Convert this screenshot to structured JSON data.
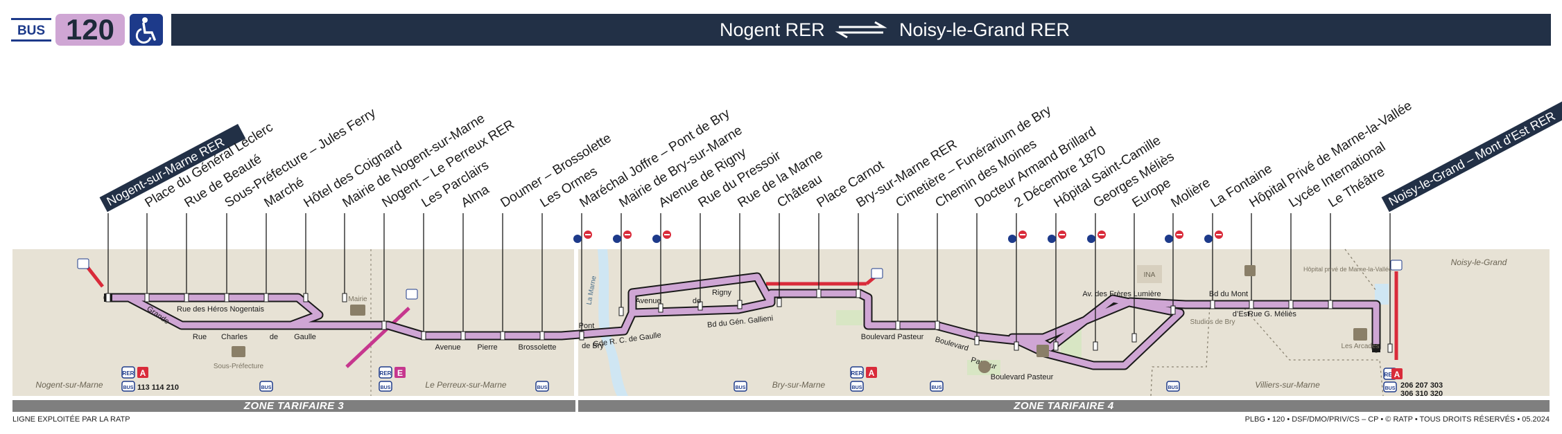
{
  "header": {
    "mode": "BUS",
    "line": "120",
    "from": "Nogent RER",
    "to": "Noisy-le-Grand RER"
  },
  "colors": {
    "line": "#cfa6d4",
    "dark": "#223046",
    "land": "#e7e2d5",
    "rer_red": "#d92b3a",
    "rer_pink": "#c6378e",
    "zone": "#7f7f7f"
  },
  "stops": [
    {
      "name": "Nogent-sur-Marne RER",
      "terminus": true
    },
    {
      "name": "Place du Général Leclerc"
    },
    {
      "name": "Rue de Beauté"
    },
    {
      "name": "Sous-Préfecture – Jules Ferry"
    },
    {
      "name": "Marché"
    },
    {
      "name": "Hôtel des Coignard"
    },
    {
      "name": "Mairie de Nogent-sur-Marne"
    },
    {
      "name": "Nogent – Le Perreux RER"
    },
    {
      "name": "Les Parclairs"
    },
    {
      "name": "Alma"
    },
    {
      "name": "Doumer – Brossolette"
    },
    {
      "name": "Les Ormes"
    },
    {
      "name": "Maréchal Joffre – Pont de Bry"
    },
    {
      "name": "Mairie de Bry-sur-Marne"
    },
    {
      "name": "Avenue de Rigny"
    },
    {
      "name": "Rue du Pressoir"
    },
    {
      "name": "Rue de la Marne"
    },
    {
      "name": "Château"
    },
    {
      "name": "Place Carnot"
    },
    {
      "name": "Bry-sur-Marne RER"
    },
    {
      "name": "Cimetière – Funérarium de Bry"
    },
    {
      "name": "Chemin des Moines"
    },
    {
      "name": "Docteur Armand Brillard"
    },
    {
      "name": "2 Décembre 1870"
    },
    {
      "name": "Hôpital Saint-Camille"
    },
    {
      "name": "Georges Méliès"
    },
    {
      "name": "Europe"
    },
    {
      "name": "Molière"
    },
    {
      "name": "La Fontaine"
    },
    {
      "name": "Hôpital Privé de Marne-la-Vallée"
    },
    {
      "name": "Lycée International"
    },
    {
      "name": "Le Théâtre"
    },
    {
      "name": "Noisy-le-Grand – Mont d’Est RER",
      "terminus": true
    }
  ],
  "streets": [
    "Rue des Héros Nogentais",
    "Grande",
    "Rue",
    "Charles",
    "de",
    "Gaulle",
    "Avenue",
    "Pierre",
    "Brossolette",
    "Pont",
    "de Bry",
    "Gde R. C. de Gaulle",
    "Avenue",
    "de",
    "Rigny",
    "Bd du Gén. Gallieni",
    "Boulevard Pasteur",
    "Boulevard",
    "Pasteur",
    "Boulevard Pasteur",
    "Av. des Frères Lumière",
    "Rue G. Méliès",
    "Bd du Mont",
    "d’Est"
  ],
  "places": {
    "mairie": "Mairie",
    "sous_prefecture": "Sous-Préfecture",
    "la_marne": "La Marne",
    "ina": "INA",
    "hopital_prive": "Hôpital privé de Marne-la-Vallée",
    "studios": "Studios de Bry",
    "arcades": "Les Arcades"
  },
  "towns": {
    "nogent": "Nogent-sur-Marne",
    "perreux": "Le Perreux-sur-Marne",
    "bry": "Bry-sur-Marne",
    "villiers": "Villiers-sur-Marne",
    "noisy": "Noisy-le-Grand"
  },
  "connections": {
    "rer_label": "RER",
    "bus_label": "BUS",
    "rer_a": "A",
    "rer_e": "E",
    "nogent_bus": "113 114 210",
    "noisy_bus_1": "206 207 303",
    "noisy_bus_2": "306 310 320"
  },
  "zones": [
    "ZONE TARIFAIRE 3",
    "ZONE TARIFAIRE 4"
  ],
  "footer": {
    "left": "LIGNE EXPLOITÉE PAR LA RATP",
    "right": "PLBG • 120 • DSF/DMO/PRIV/CS – CP • © RATP • TOUS DROITS RÉSERVÉS • 05.2024"
  }
}
